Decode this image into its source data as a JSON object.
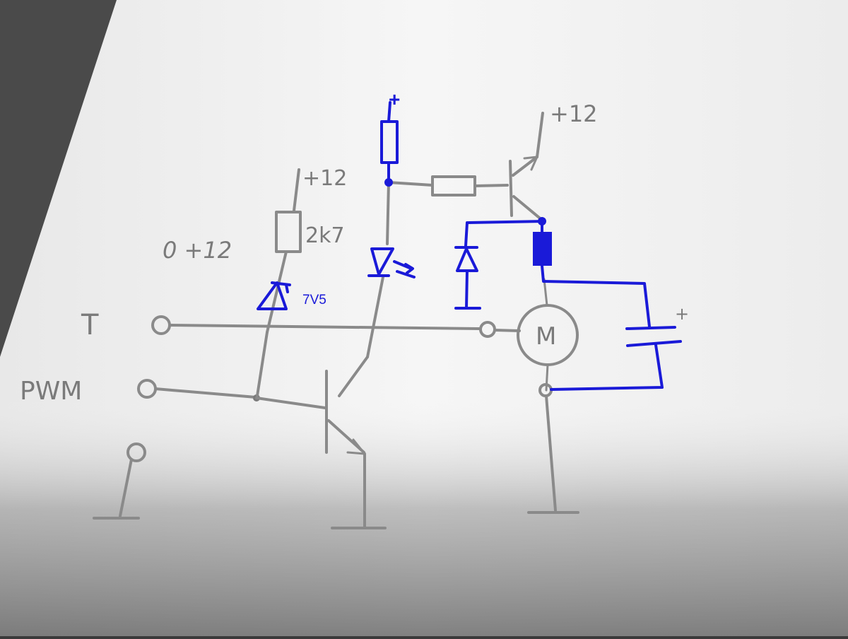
{
  "labels": {
    "supply_top_blue": "+",
    "supply_right": "+12",
    "supply_left": "+12",
    "range": "0 +12",
    "resistor_value": "2k7",
    "zener_value": "7V5",
    "terminal_t": "T",
    "terminal_pwm": "PWM",
    "motor": "M",
    "capacitor_polarity": "+"
  },
  "colors": {
    "ink": "#1a1ad8",
    "pencil": "#8a8a8a",
    "paper": "#f2f2f2",
    "table": "#3a3a3a"
  }
}
